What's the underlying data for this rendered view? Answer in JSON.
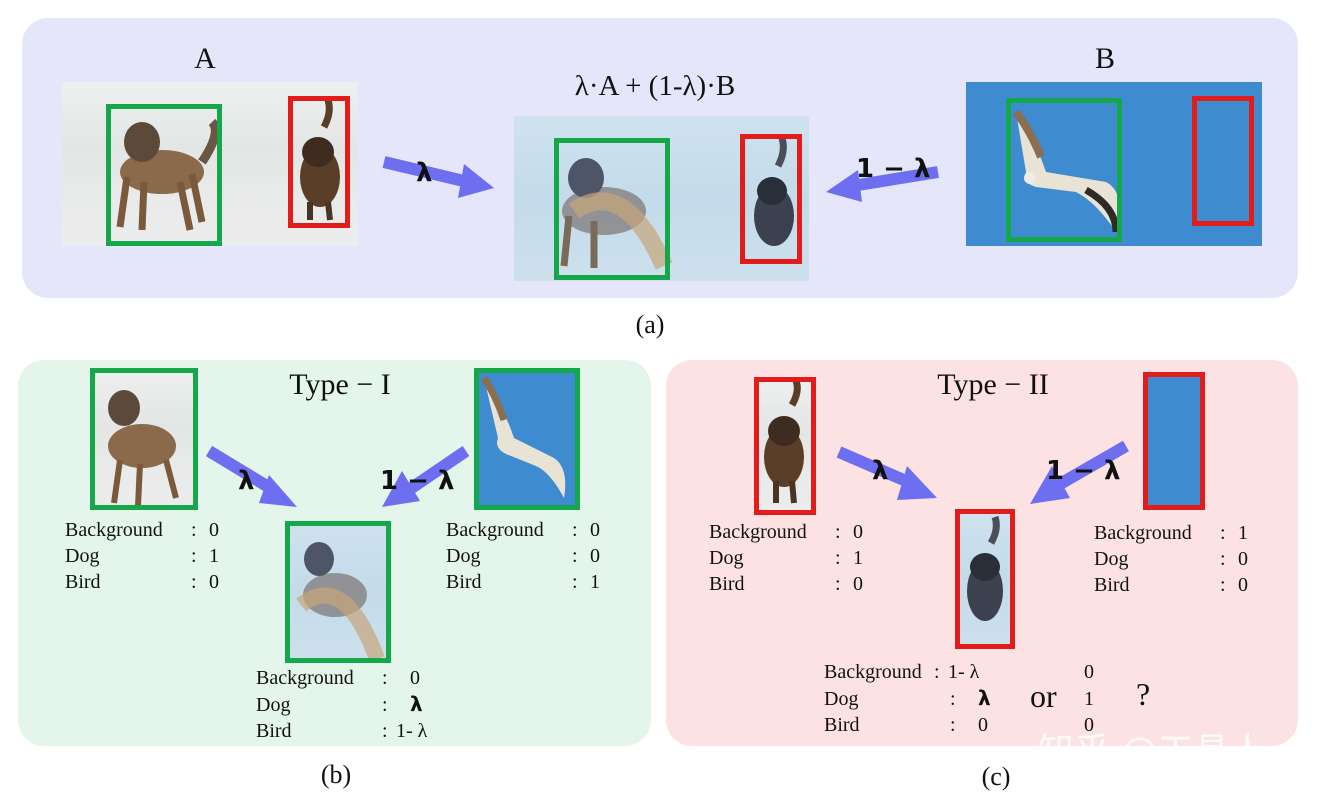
{
  "panel_a": {
    "label_a": "A",
    "label_b": "B",
    "formula": "λ·A + (1-λ)·B",
    "arrow_left": "λ",
    "arrow_right": "1 − λ",
    "caption": "(a)"
  },
  "panel_b": {
    "title": "Type − I",
    "arrow_left": "λ",
    "arrow_right": "1 − λ",
    "caption": "(b)",
    "left_labels": [
      {
        "name": "Background",
        "value": "0"
      },
      {
        "name": "Dog",
        "value": "1"
      },
      {
        "name": "Bird",
        "value": "0"
      }
    ],
    "right_labels": [
      {
        "name": "Background",
        "value": "0"
      },
      {
        "name": "Dog",
        "value": "0"
      },
      {
        "name": "Bird",
        "value": "1"
      }
    ],
    "mixed_labels": [
      {
        "name": "Background",
        "value": "0"
      },
      {
        "name": "Dog",
        "value": "λ"
      },
      {
        "name": "Bird",
        "value": "1- λ"
      }
    ]
  },
  "panel_c": {
    "title": "Type − II",
    "arrow_left": "λ",
    "arrow_right": "1 − λ",
    "caption": "(c)",
    "left_labels": [
      {
        "name": "Background",
        "value": "0"
      },
      {
        "name": "Dog",
        "value": "1"
      },
      {
        "name": "Bird",
        "value": "0"
      }
    ],
    "right_labels": [
      {
        "name": "Background",
        "value": "1"
      },
      {
        "name": "Dog",
        "value": "0"
      },
      {
        "name": "Bird",
        "value": "0"
      }
    ],
    "mixed_labels": [
      {
        "name": "Background",
        "value": "1- λ",
        "alt": "0"
      },
      {
        "name": "Dog",
        "value": "λ",
        "alt": "1"
      },
      {
        "name": "Bird",
        "value": "0",
        "alt": "0"
      }
    ],
    "or_text": "or",
    "question": "?"
  },
  "watermark": "知乎 @工具人",
  "colors": {
    "panel_a": "#e6e6fb",
    "panel_b": "#e4f5ec",
    "panel_c": "#fde2e4",
    "green_box": "#14a84a",
    "red_box": "#e21b1b",
    "arrow": "#6e6ef0",
    "sky": "#3f8bd0"
  }
}
